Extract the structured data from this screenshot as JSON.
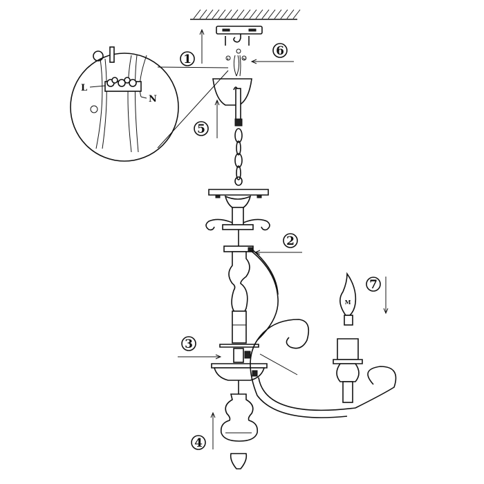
{
  "steps": [
    "1",
    "2",
    "3",
    "4",
    "5",
    "6",
    "7"
  ],
  "wire_labels": {
    "live": "L",
    "neutral": "N",
    "live_small": "L",
    "neutral_small": "N"
  },
  "bulb_mark": "M"
}
